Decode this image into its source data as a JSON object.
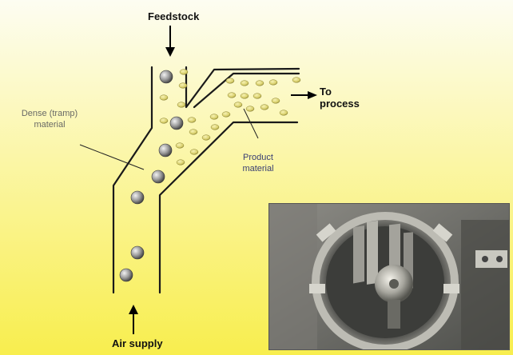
{
  "labels": {
    "feedstock": "Feedstock",
    "to_process": "To process",
    "dense_material": "Dense (tramp) material",
    "product_material": "Product material",
    "air_supply": "Air supply"
  },
  "colors": {
    "background_top": "#fdfdf2",
    "background_bottom": "#f8ee4e",
    "wall": "#1a1a1a",
    "dense_particle": "#9a9a9a",
    "product_particle": "#d8cf6a",
    "label_text": "#111111",
    "callout_text": "#6a6a66",
    "product_label_text": "#3a3f73"
  },
  "photo": {
    "icon": "separator-machine-photo"
  }
}
